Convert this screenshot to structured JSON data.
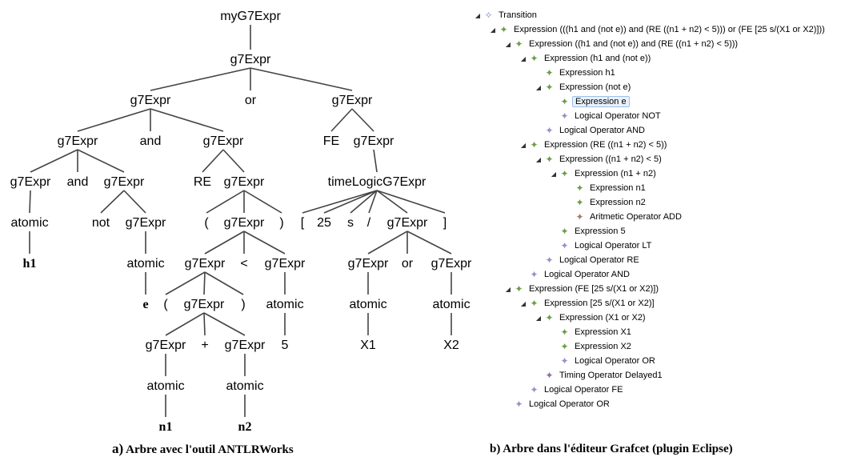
{
  "figure_a": {
    "caption_letter": "a)",
    "caption_text": "Arbre avec l'outil ANTLRWorks",
    "nodes": [
      "myG7Expr",
      "g7Expr",
      "g7Expr",
      "or",
      "g7Expr",
      "g7Expr",
      "and",
      "g7Expr",
      "FE",
      "g7Expr",
      "g7Expr",
      "and",
      "g7Expr",
      "RE",
      "g7Expr",
      "timeLogicG7Expr",
      "atomic",
      "not",
      "g7Expr",
      "(",
      "g7Expr",
      ")",
      "[",
      "25",
      "s",
      "/",
      "g7Expr",
      "]",
      "h1",
      "atomic",
      "g7Expr",
      "<",
      "g7Expr",
      "g7Expr",
      "or",
      "g7Expr",
      "e",
      "(",
      "g7Expr",
      ")",
      "atomic",
      "atomic",
      "atomic",
      "g7Expr",
      "+",
      "g7Expr",
      "5",
      "X1",
      "X2",
      "atomic",
      "atomic",
      "n1",
      "n2"
    ]
  },
  "figure_b": {
    "caption": "b) Arbre dans l'éditeur Grafcet (plugin Eclipse)",
    "rows": [
      {
        "label": "Transition",
        "icon": "root",
        "toggle": "expanded"
      },
      {
        "label": "Expression (((h1 and (not e)) and (RE ((n1 + n2) < 5))) or (FE [25 s/(X1 or X2)]))",
        "icon": "expr",
        "toggle": "expanded"
      },
      {
        "label": "Expression ((h1 and (not e)) and (RE ((n1 + n2) < 5)))",
        "icon": "expr",
        "toggle": "expanded"
      },
      {
        "label": "Expression (h1 and (not e))",
        "icon": "expr",
        "toggle": "expanded"
      },
      {
        "label": "Expression h1",
        "icon": "expr",
        "toggle": "none"
      },
      {
        "label": "Expression (not e)",
        "icon": "expr",
        "toggle": "expanded"
      },
      {
        "label": "Expression e",
        "icon": "expr",
        "toggle": "none",
        "selected": true
      },
      {
        "label": "Logical Operator NOT",
        "icon": "logop",
        "toggle": "none"
      },
      {
        "label": "Logical Operator AND",
        "icon": "logop",
        "toggle": "none"
      },
      {
        "label": "Expression (RE ((n1 + n2) < 5))",
        "icon": "expr",
        "toggle": "expanded"
      },
      {
        "label": "Expression ((n1 + n2) < 5)",
        "icon": "expr",
        "toggle": "expanded"
      },
      {
        "label": "Expression (n1 + n2)",
        "icon": "expr",
        "toggle": "expanded"
      },
      {
        "label": "Expression n1",
        "icon": "expr",
        "toggle": "none"
      },
      {
        "label": "Expression n2",
        "icon": "expr",
        "toggle": "none"
      },
      {
        "label": "Aritmetic Operator ADD",
        "icon": "arith",
        "toggle": "none"
      },
      {
        "label": "Expression 5",
        "icon": "expr",
        "toggle": "none"
      },
      {
        "label": "Logical Operator LT",
        "icon": "logop",
        "toggle": "none"
      },
      {
        "label": "Logical Operator RE",
        "icon": "logop",
        "toggle": "none"
      },
      {
        "label": "Logical Operator AND",
        "icon": "logop",
        "toggle": "none"
      },
      {
        "label": "Expression (FE [25 s/(X1 or X2)])",
        "icon": "expr",
        "toggle": "expanded"
      },
      {
        "label": "Expression [25 s/(X1 or X2)]",
        "icon": "expr",
        "toggle": "expanded"
      },
      {
        "label": "Expression (X1 or X2)",
        "icon": "expr",
        "toggle": "expanded"
      },
      {
        "label": "Expression X1",
        "icon": "expr",
        "toggle": "none"
      },
      {
        "label": "Expression X2",
        "icon": "expr",
        "toggle": "none"
      },
      {
        "label": "Logical Operator OR",
        "icon": "logop",
        "toggle": "none"
      },
      {
        "label": "Timing Operator Delayed1",
        "icon": "timing",
        "toggle": "none"
      },
      {
        "label": "Logical Operator FE",
        "icon": "logop",
        "toggle": "none"
      },
      {
        "label": "Logical Operator OR",
        "icon": "logop",
        "toggle": "none"
      }
    ]
  },
  "colors": {
    "expression_icon": "#6a9e4a",
    "logical_operator_icon": "#9b8fc7",
    "arithmetic_operator_icon": "#a87a68",
    "timing_operator_icon": "#8e6f9a",
    "selection_background": "#e8f1fb"
  }
}
